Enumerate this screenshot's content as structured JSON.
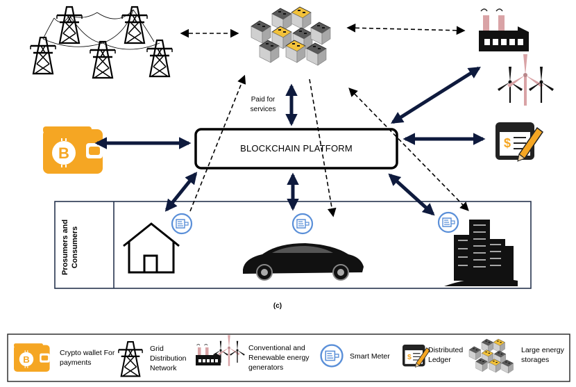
{
  "diagram": {
    "platform_label": "BLOCKCHAIN PLATFORM",
    "paid_label": "Paid for services",
    "prosumers_label": "Prosumers and Consumers",
    "caption": "(c)"
  },
  "legend": {
    "wallet": "Crypto wallet For payments",
    "grid": "Grid Distribution Network",
    "generators": "Conventional and Renewable energy generators",
    "meter": "Smart Meter",
    "ledger": "Distributed Ledger",
    "storage": "Large energy storages"
  },
  "colors": {
    "accent_orange": "#f5a623",
    "battery_yellow": "#f2c13a",
    "chimney_pink": "#d9a3a6",
    "meter_blue": "#5a8fd8",
    "arrow_navy": "#0e1a3d",
    "frame_navy": "#26344e"
  },
  "icons": [
    "transmission-tower-icon",
    "battery-storage-icon",
    "factory-icon",
    "wind-turbine-icon",
    "bitcoin-wallet-icon",
    "ledger-icon",
    "house-icon",
    "electric-car-icon",
    "city-buildings-icon",
    "smart-meter-icon"
  ]
}
